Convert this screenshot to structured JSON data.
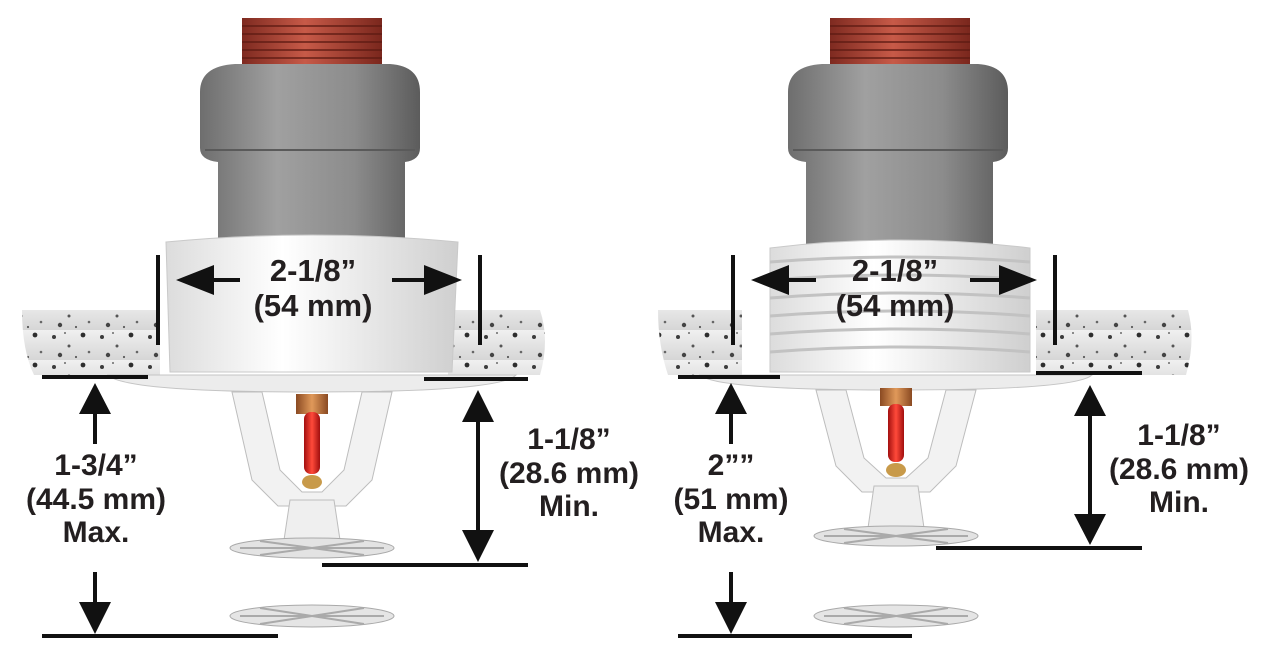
{
  "left_assembly": {
    "width_label": [
      "2-1/8”",
      "(54 mm)"
    ],
    "min_label": [
      "1-1/8”",
      "(28.6 mm)",
      "Min."
    ],
    "max_label": [
      "1-3/4”",
      "(44.5 mm)",
      "Max."
    ]
  },
  "right_assembly": {
    "width_label": [
      "2-1/8”",
      "(54 mm)"
    ],
    "min_label": [
      "1-1/8”",
      "(28.6 mm)",
      "Min."
    ],
    "max_label": [
      "2””",
      "(51 mm)",
      "Max."
    ]
  },
  "colors": {
    "pipe_thread": "#b5493a",
    "fitting": "#8a8a8a",
    "escutcheon": "#f7f7f7",
    "ceiling": "#e2e2e2",
    "ceiling_speckle": "#4a4a4a",
    "bulb": "#d92020",
    "line": "#111111"
  }
}
